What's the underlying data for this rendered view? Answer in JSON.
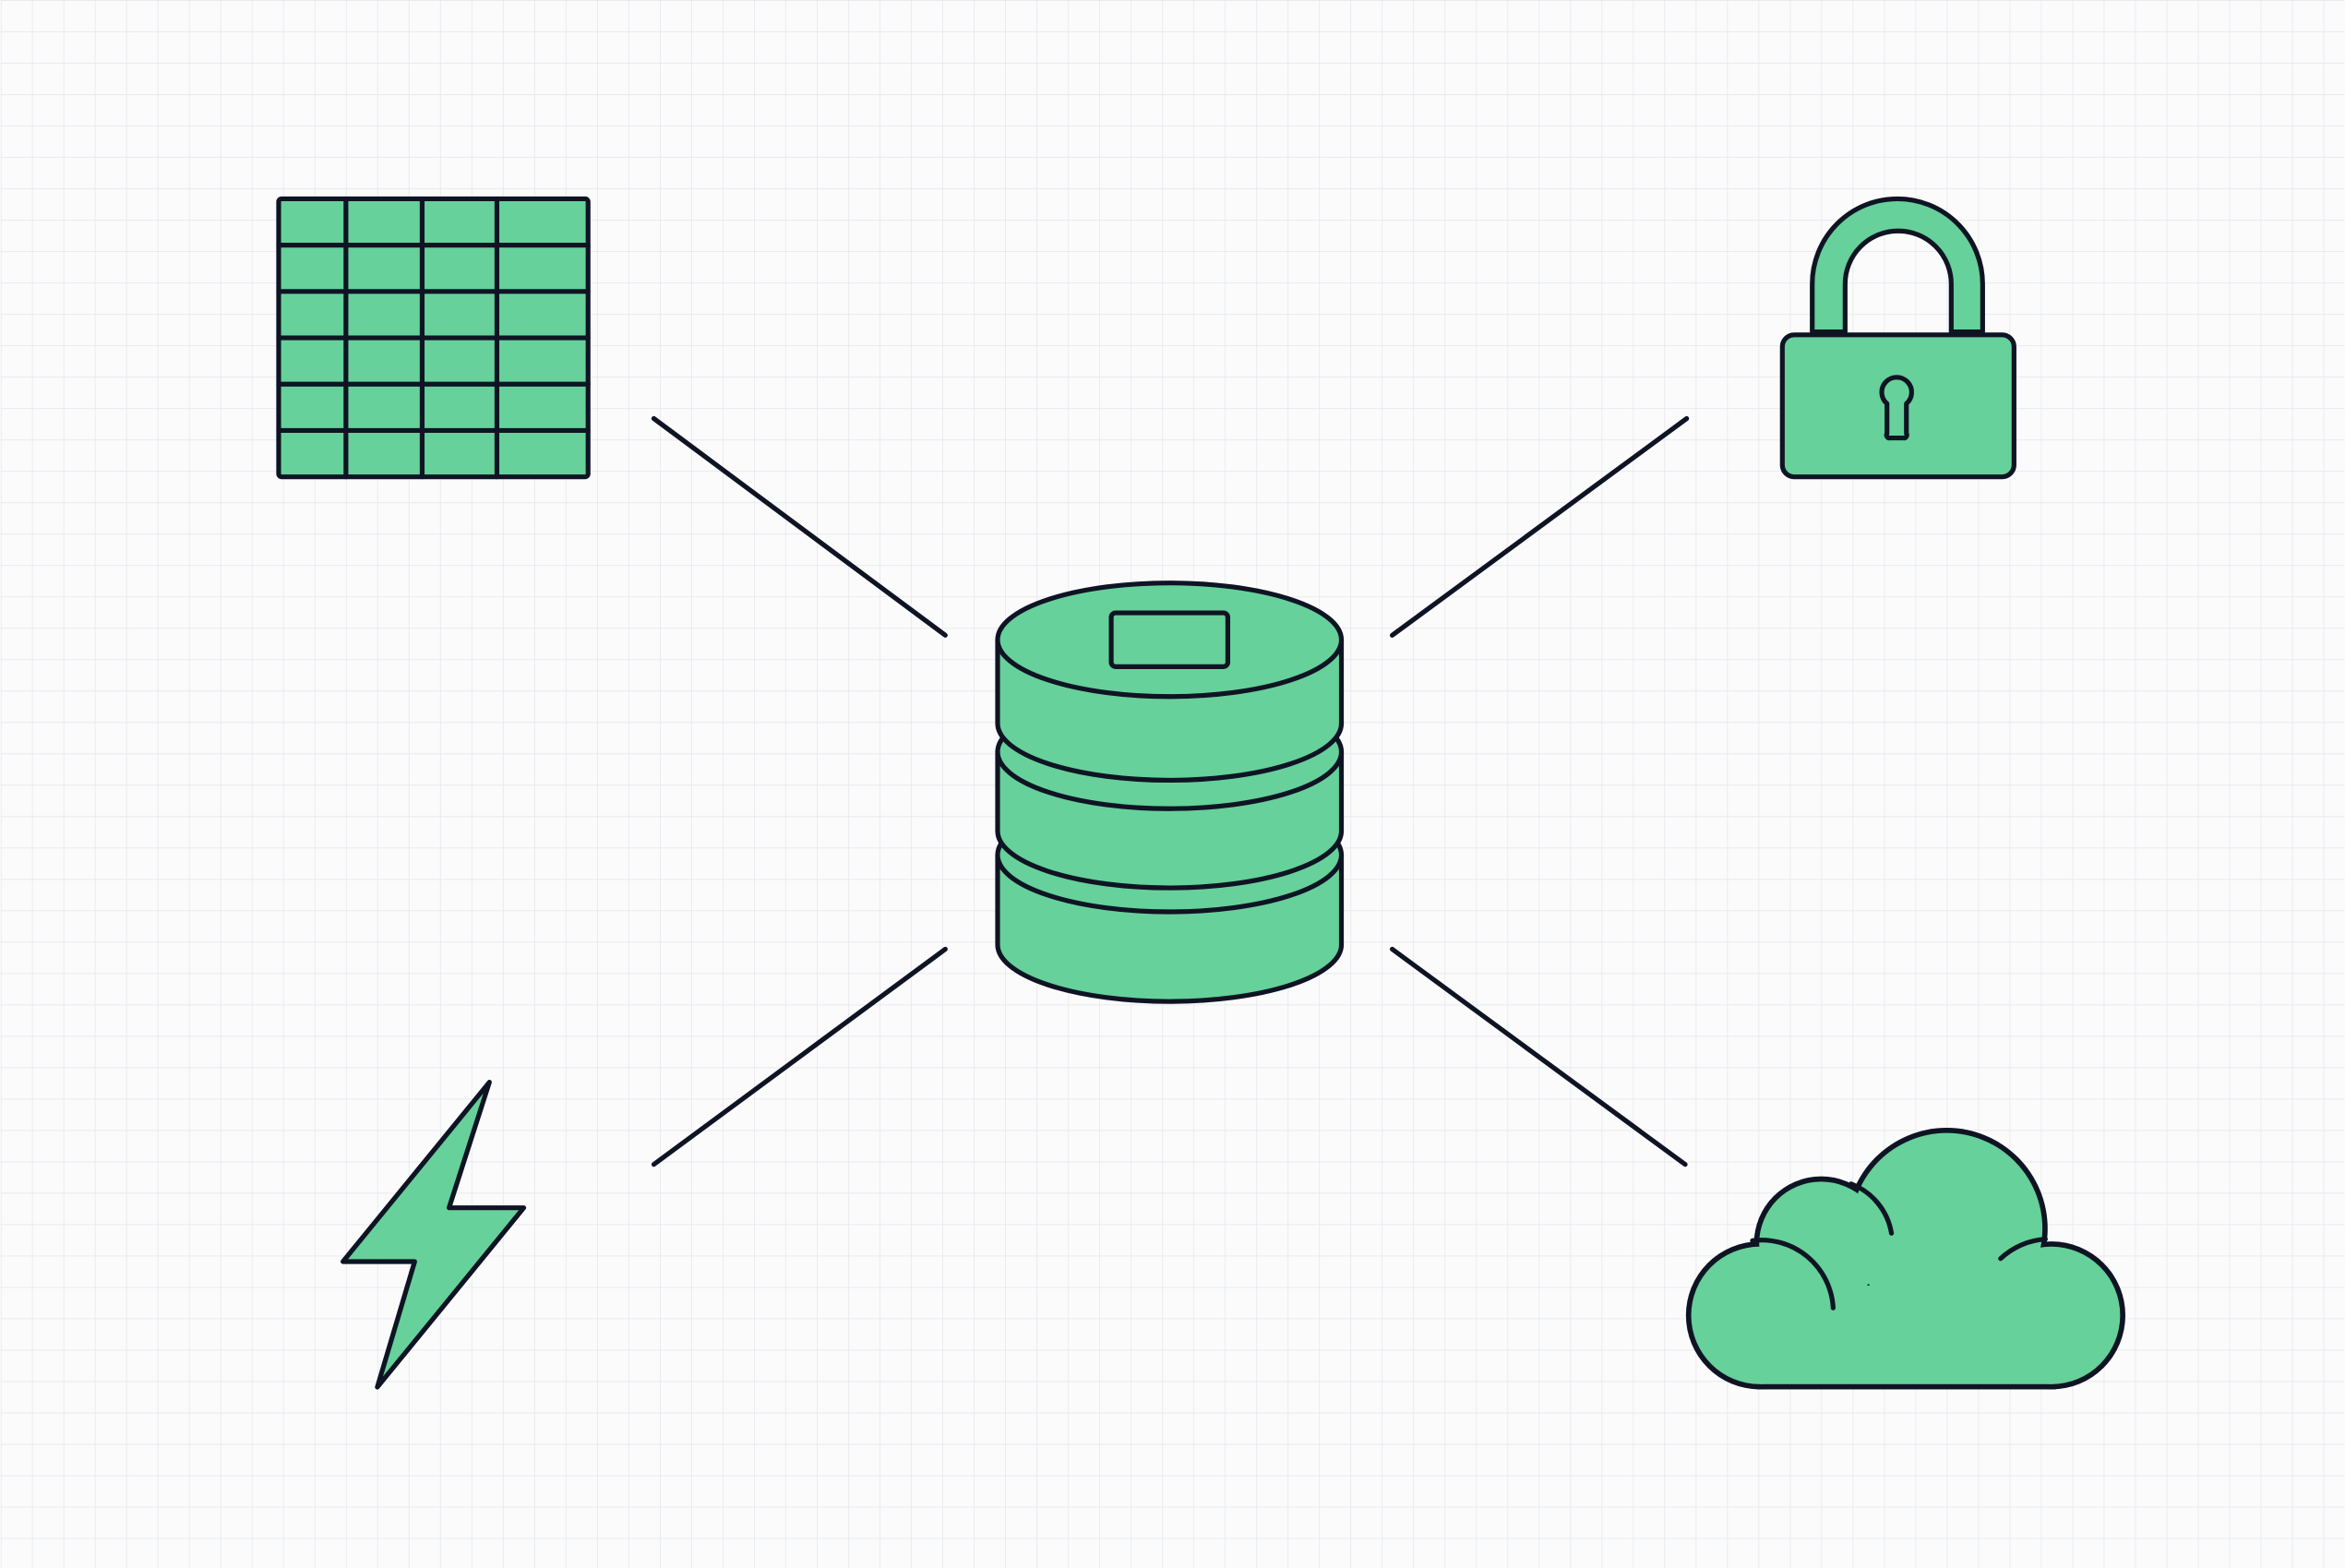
{
  "diagram": {
    "center": {
      "icon": "database-icon"
    },
    "nodes": [
      {
        "icon": "table-grid-icon",
        "position": "top-left"
      },
      {
        "icon": "padlock-icon",
        "position": "top-right"
      },
      {
        "icon": "lightning-bolt-icon",
        "position": "bottom-left"
      },
      {
        "icon": "cloud-icon",
        "position": "bottom-right"
      }
    ],
    "background": "grid"
  },
  "colors": {
    "fill": "#66d19a",
    "stroke": "#0f1424",
    "grid": "#e6e8ec",
    "background": "#fbfbfc"
  }
}
